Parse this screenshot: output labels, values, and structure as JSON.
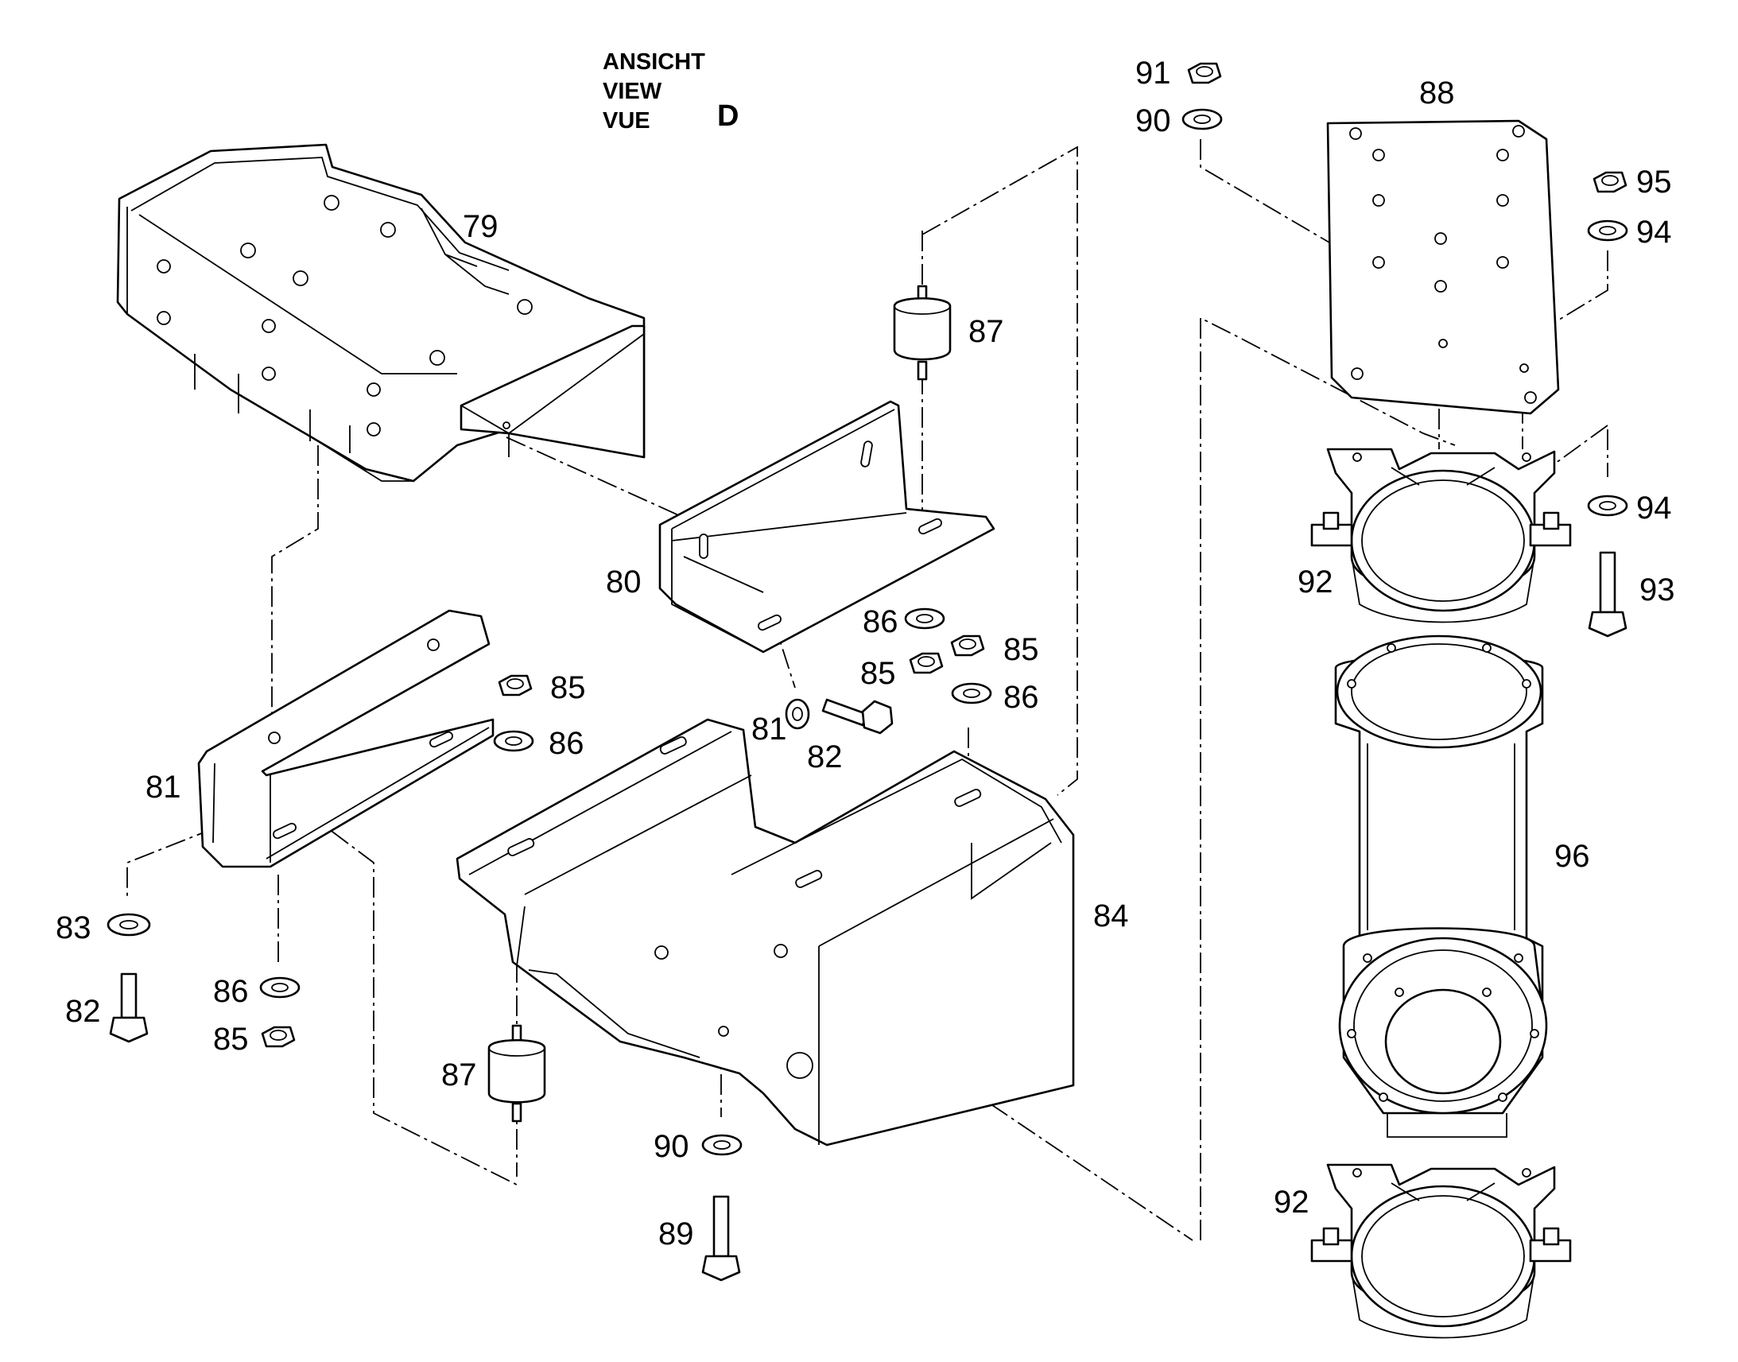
{
  "view_header": {
    "lines": [
      "ANSICHT",
      "VIEW",
      "VUE"
    ],
    "view_letter": "D"
  },
  "callouts": [
    "79",
    "80",
    "81",
    "81",
    "82",
    "82",
    "83",
    "84",
    "85",
    "85",
    "85",
    "85",
    "86",
    "86",
    "86",
    "86",
    "87",
    "87",
    "88",
    "89",
    "90",
    "90",
    "91",
    "92",
    "92",
    "93",
    "94",
    "94",
    "95",
    "96"
  ]
}
